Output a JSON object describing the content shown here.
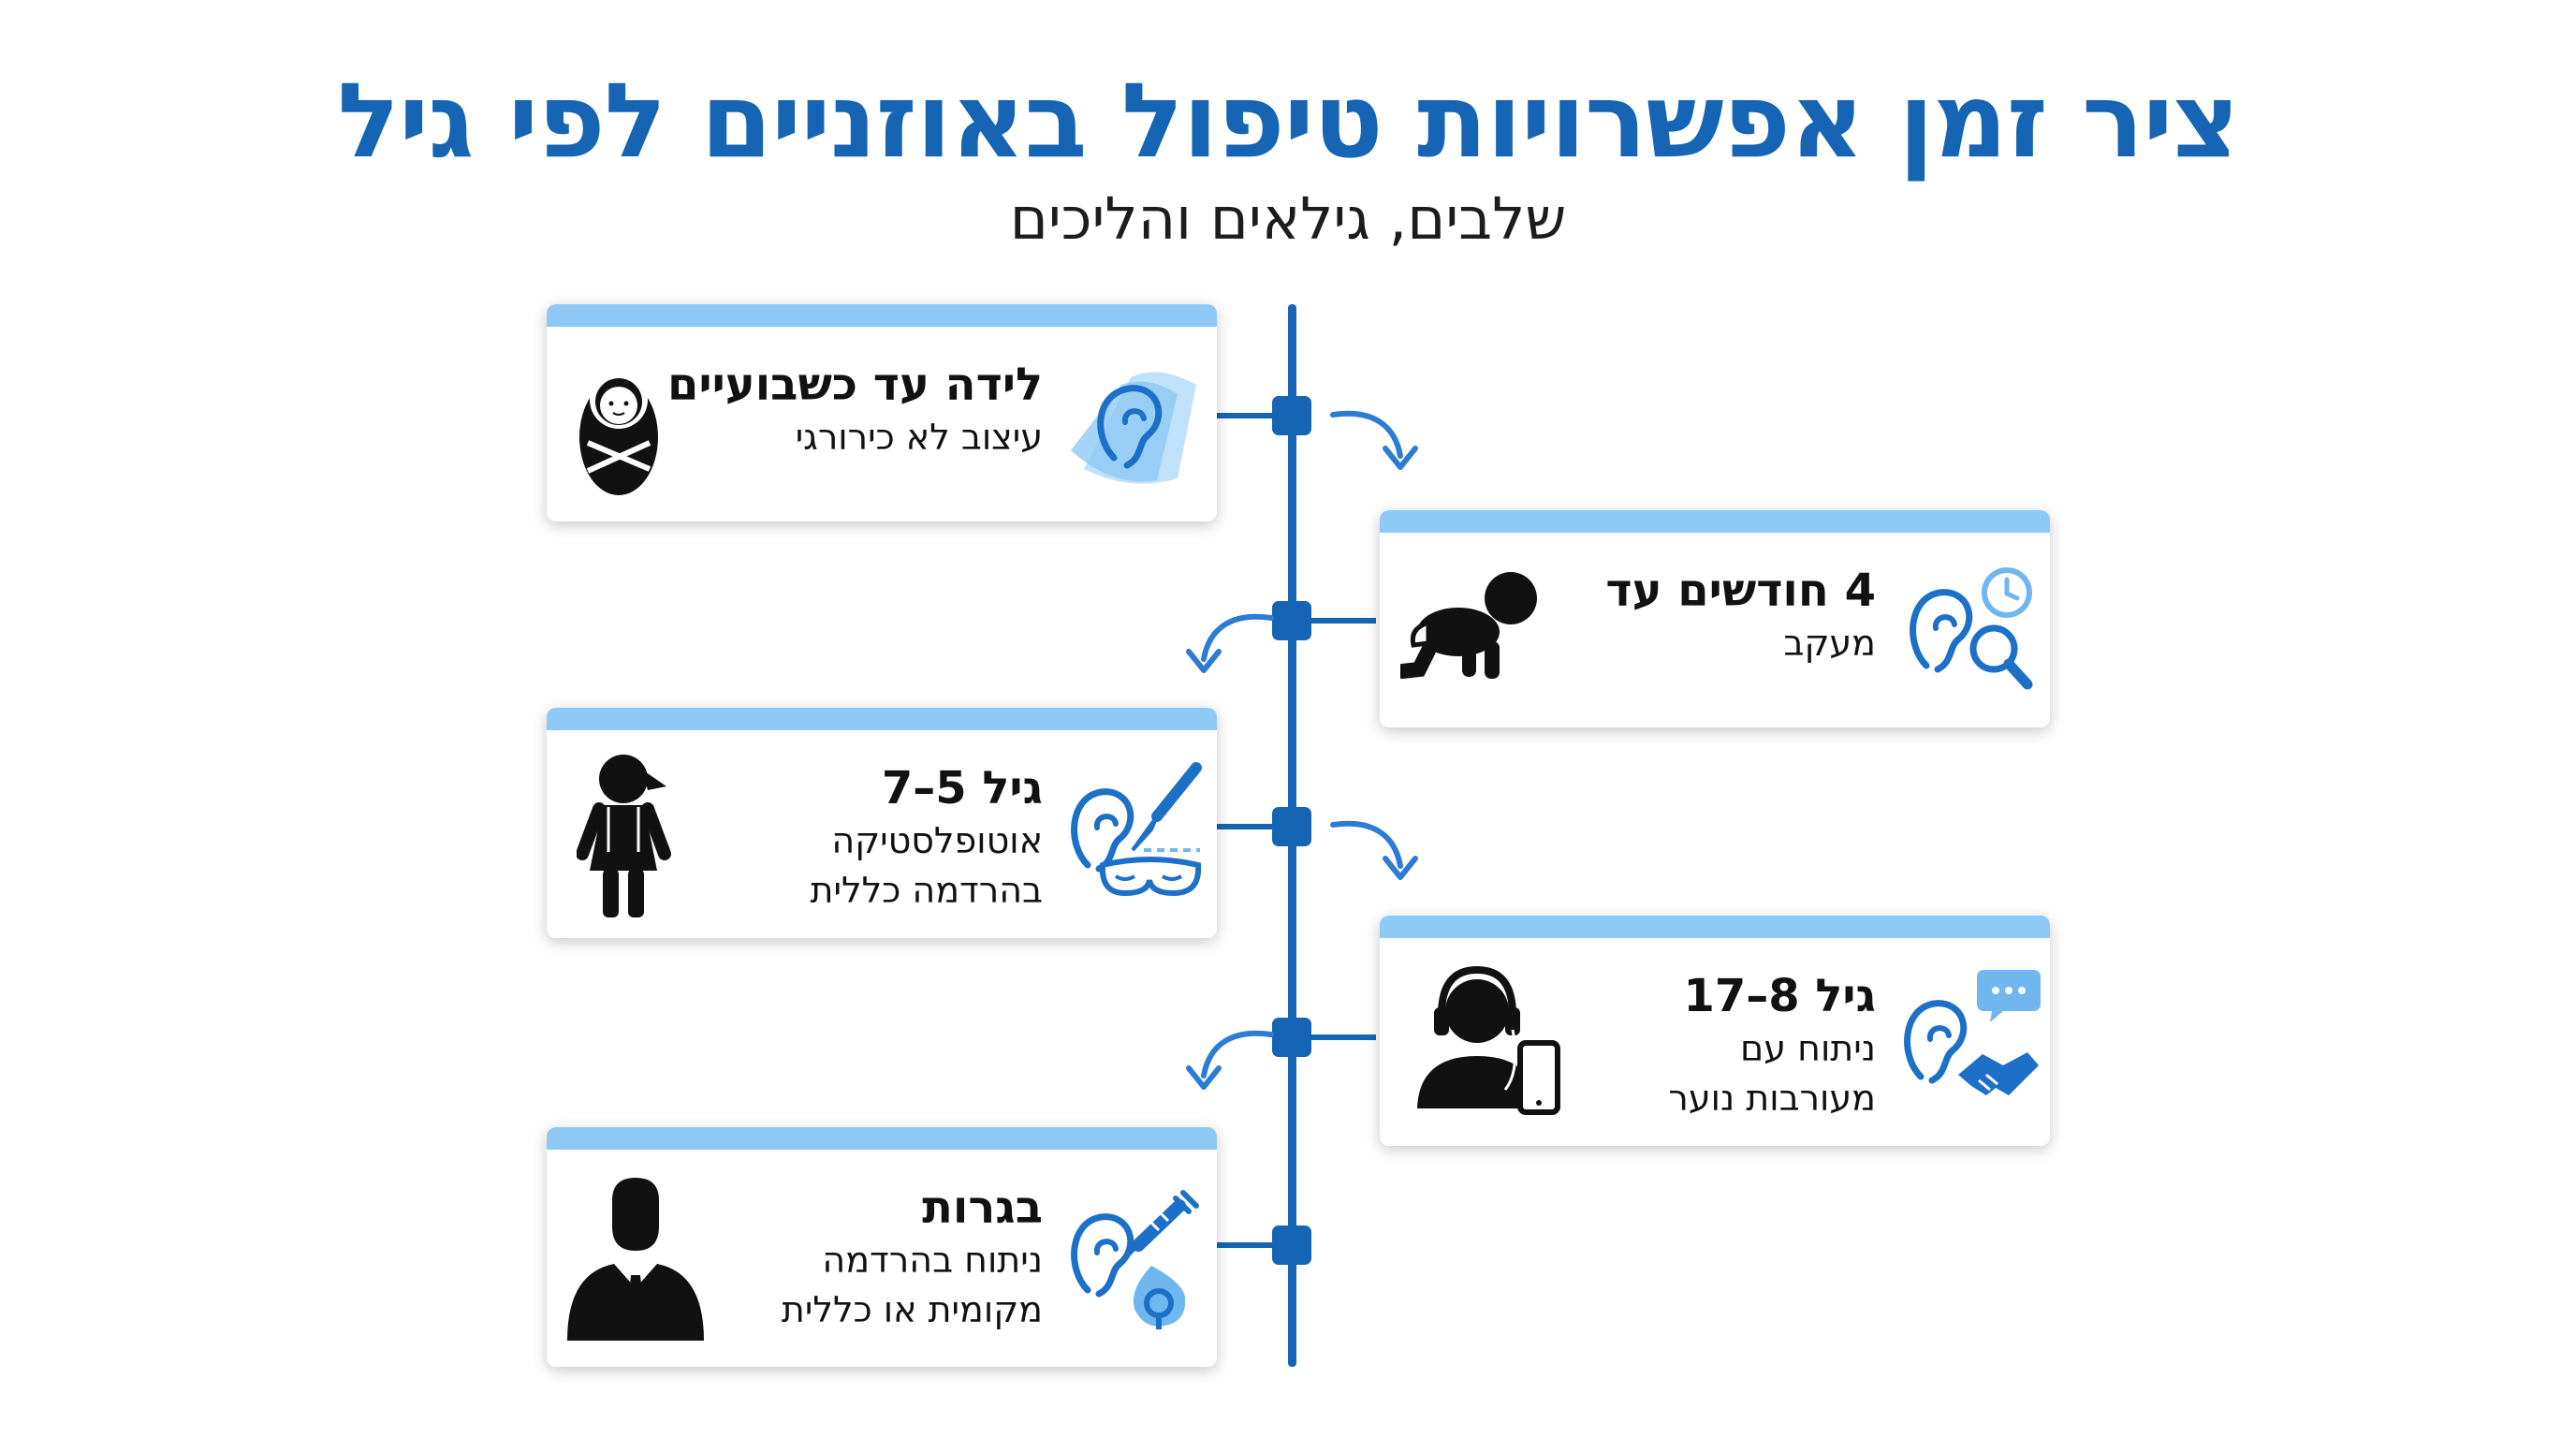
{
  "title": "ציר זמן אפשרויות טיפול באוזניים לפי גיל",
  "subtitle": "שלבים, גילאים והליכים",
  "colors": {
    "primary": "#1565b4",
    "light_blue": "#8ec9f5",
    "icon_blue": "#2b7cd3",
    "text": "#111111"
  },
  "stages": [
    {
      "title": "לידה עד כשבועיים",
      "lines": [
        "עיצוב לא כירורגי"
      ],
      "side": "left",
      "person_icon": "swaddled-baby-icon",
      "procedure_icon": "ear-molding-icon"
    },
    {
      "title": "4 חודשים עד",
      "lines": [
        "מעקב"
      ],
      "side": "right",
      "person_icon": "crawling-baby-icon",
      "procedure_icon": "ear-monitoring-clock-magnifier-icon"
    },
    {
      "title": "גיל 5–7",
      "lines": [
        "אוטופלסטיקה",
        "בהרדמה כללית"
      ],
      "side": "left",
      "person_icon": "child-girl-icon",
      "procedure_icon": "ear-scalpel-sleep-mask-icon"
    },
    {
      "title": "גיל 8–17",
      "lines": [
        "ניתוח עם",
        "מעורבות נוער"
      ],
      "side": "right",
      "person_icon": "teen-headphones-phone-icon",
      "procedure_icon": "ear-chat-handshake-icon"
    },
    {
      "title": "בגרות",
      "lines": [
        "ניתוח בהרדמה",
        "מקומית או כללית"
      ],
      "side": "left",
      "person_icon": "adult-man-suit-icon",
      "procedure_icon": "ear-syringe-anesthesia-icon"
    }
  ]
}
